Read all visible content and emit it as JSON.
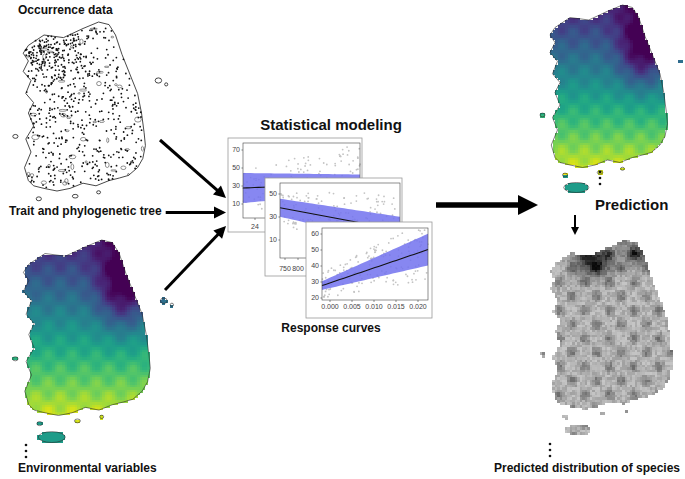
{
  "diagram": {
    "nodes": [
      {
        "text": [
          "Occurrence data"
        ]
      },
      {
        "text": [
          "Trait and phylogenetic tree"
        ]
      },
      {
        "text": [
          "Environmental variables"
        ]
      },
      {
        "text": [
          "Statistical modeling",
          "Response curves"
        ]
      },
      {
        "text": [
          "Prediction"
        ]
      },
      {
        "text": [
          "Predicted distribution of species"
        ]
      }
    ],
    "edges": [
      {
        "from": 0,
        "to": 3,
        "arrow": "to"
      },
      {
        "from": 1,
        "to": 3,
        "arrow": "to"
      },
      {
        "from": 2,
        "to": 3,
        "arrow": "to"
      },
      {
        "from": 3,
        "to": 4,
        "arrow": "to"
      },
      {
        "from": 4,
        "to": 5,
        "arrow": "to"
      }
    ],
    "labels": [
      "70",
      "50",
      "30",
      "10",
      "24",
      "50",
      "30",
      "10",
      "750",
      "800",
      "60",
      "50",
      "40",
      "30",
      "20",
      "0.000",
      "0.005",
      "0.010",
      "0.015",
      "0.020"
    ]
  }
}
